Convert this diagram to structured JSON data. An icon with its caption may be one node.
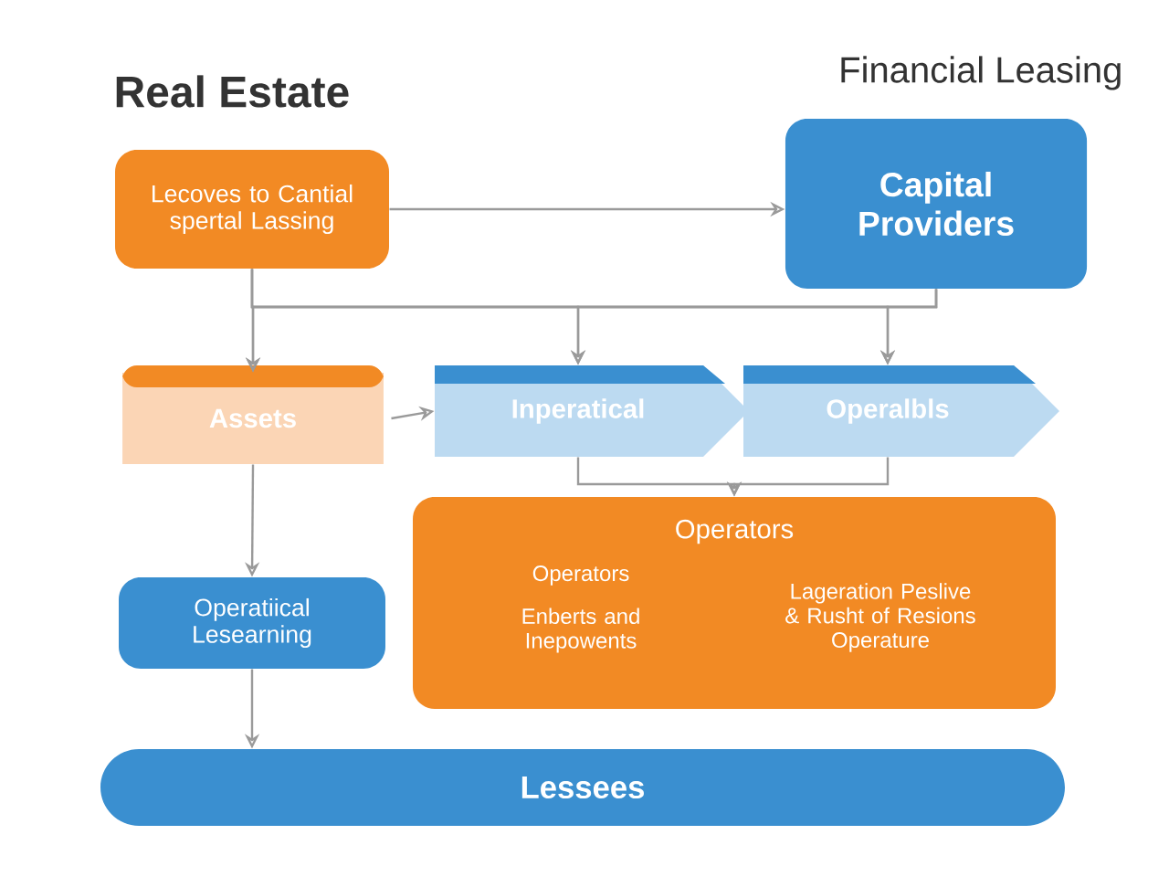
{
  "diagram": {
    "nodes": [
      {
        "text": [
          "Lecoves to Cantial spertal Lassing"
        ]
      },
      {
        "text": [
          "Capital Providers"
        ]
      },
      {
        "text": [
          "Assets"
        ]
      },
      {
        "text": [
          "Inperatical"
        ]
      },
      {
        "text": [
          "Operalbls"
        ]
      },
      {
        "text": [
          "Operatiical Lesearning"
        ]
      },
      {
        "text": [
          "Operators",
          "Operators",
          "Enberts and Inepowents",
          "Lageration Peslive & Rusht of Resions Operature"
        ]
      },
      {
        "text": [
          "Lessees"
        ]
      }
    ],
    "edges": [
      {
        "from": 0,
        "to": 1,
        "arrow": "to"
      },
      {
        "from": 0,
        "to": 2,
        "arrow": "to"
      },
      {
        "from": 0,
        "to": 3,
        "arrow": "to"
      },
      {
        "from": 0,
        "to": 4,
        "arrow": "to"
      },
      {
        "from": 1,
        "to": 2,
        "arrow": "to"
      },
      {
        "from": 1,
        "to": 3,
        "arrow": "to"
      },
      {
        "from": 1,
        "to": 4,
        "arrow": "to"
      },
      {
        "from": 2,
        "to": 3,
        "arrow": "to"
      },
      {
        "from": 3,
        "to": 6,
        "arrow": "to"
      },
      {
        "from": 4,
        "to": 6,
        "arrow": "to"
      },
      {
        "from": 2,
        "to": 5,
        "arrow": "to"
      },
      {
        "from": 5,
        "to": 7,
        "arrow": "to"
      }
    ],
    "labels": [
      "Real Estate",
      "Financial Leasing"
    ]
  }
}
